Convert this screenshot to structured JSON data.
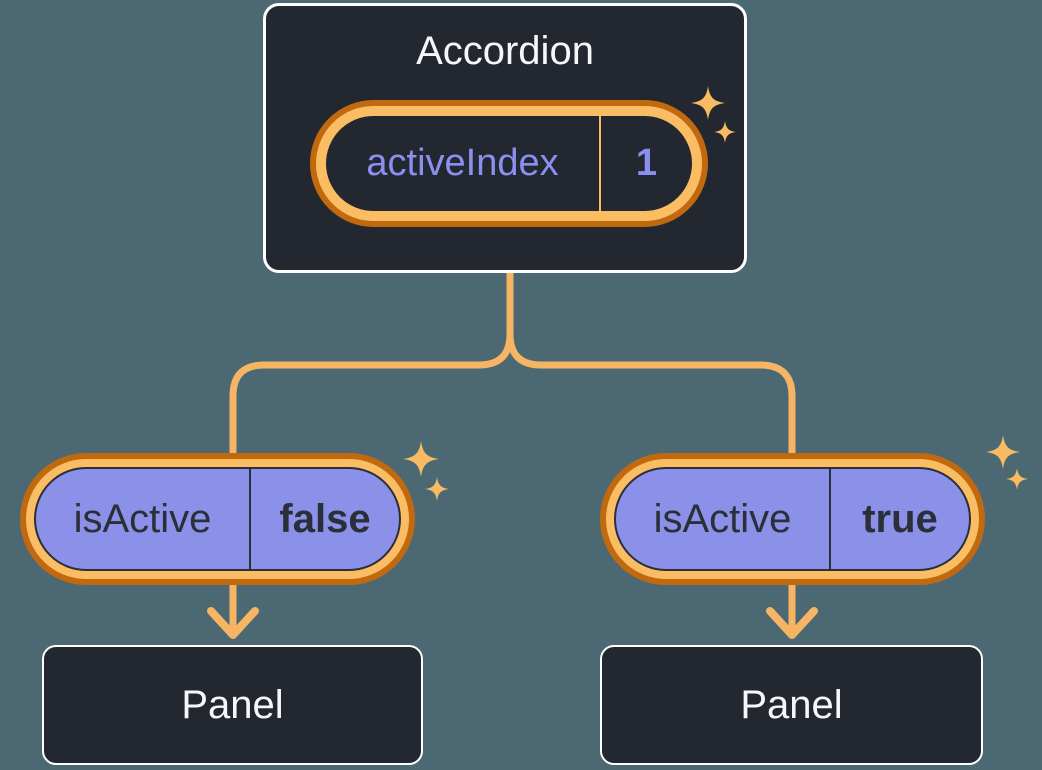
{
  "colors": {
    "background": "#4C6973",
    "node_fill": "#23272F",
    "node_border": "#FFFFFF",
    "ring_outer": "#C1690F",
    "ring_inner": "#FABD63",
    "pill_fill": "#8B90E9",
    "pill_outline": "#2A2F38",
    "connector": "#F6B564",
    "text_light": "#F6F7F9",
    "text_dark": "#2A2F38",
    "text_purple": "#8B90F0",
    "sparkle": "#F8BB63"
  },
  "root_node": {
    "title": "Accordion",
    "pill": {
      "label": "activeIndex",
      "value": "1"
    }
  },
  "children": [
    {
      "pill": {
        "label": "isActive",
        "value": "false"
      },
      "panel_title": "Panel"
    },
    {
      "pill": {
        "label": "isActive",
        "value": "true"
      },
      "panel_title": "Panel"
    }
  ]
}
